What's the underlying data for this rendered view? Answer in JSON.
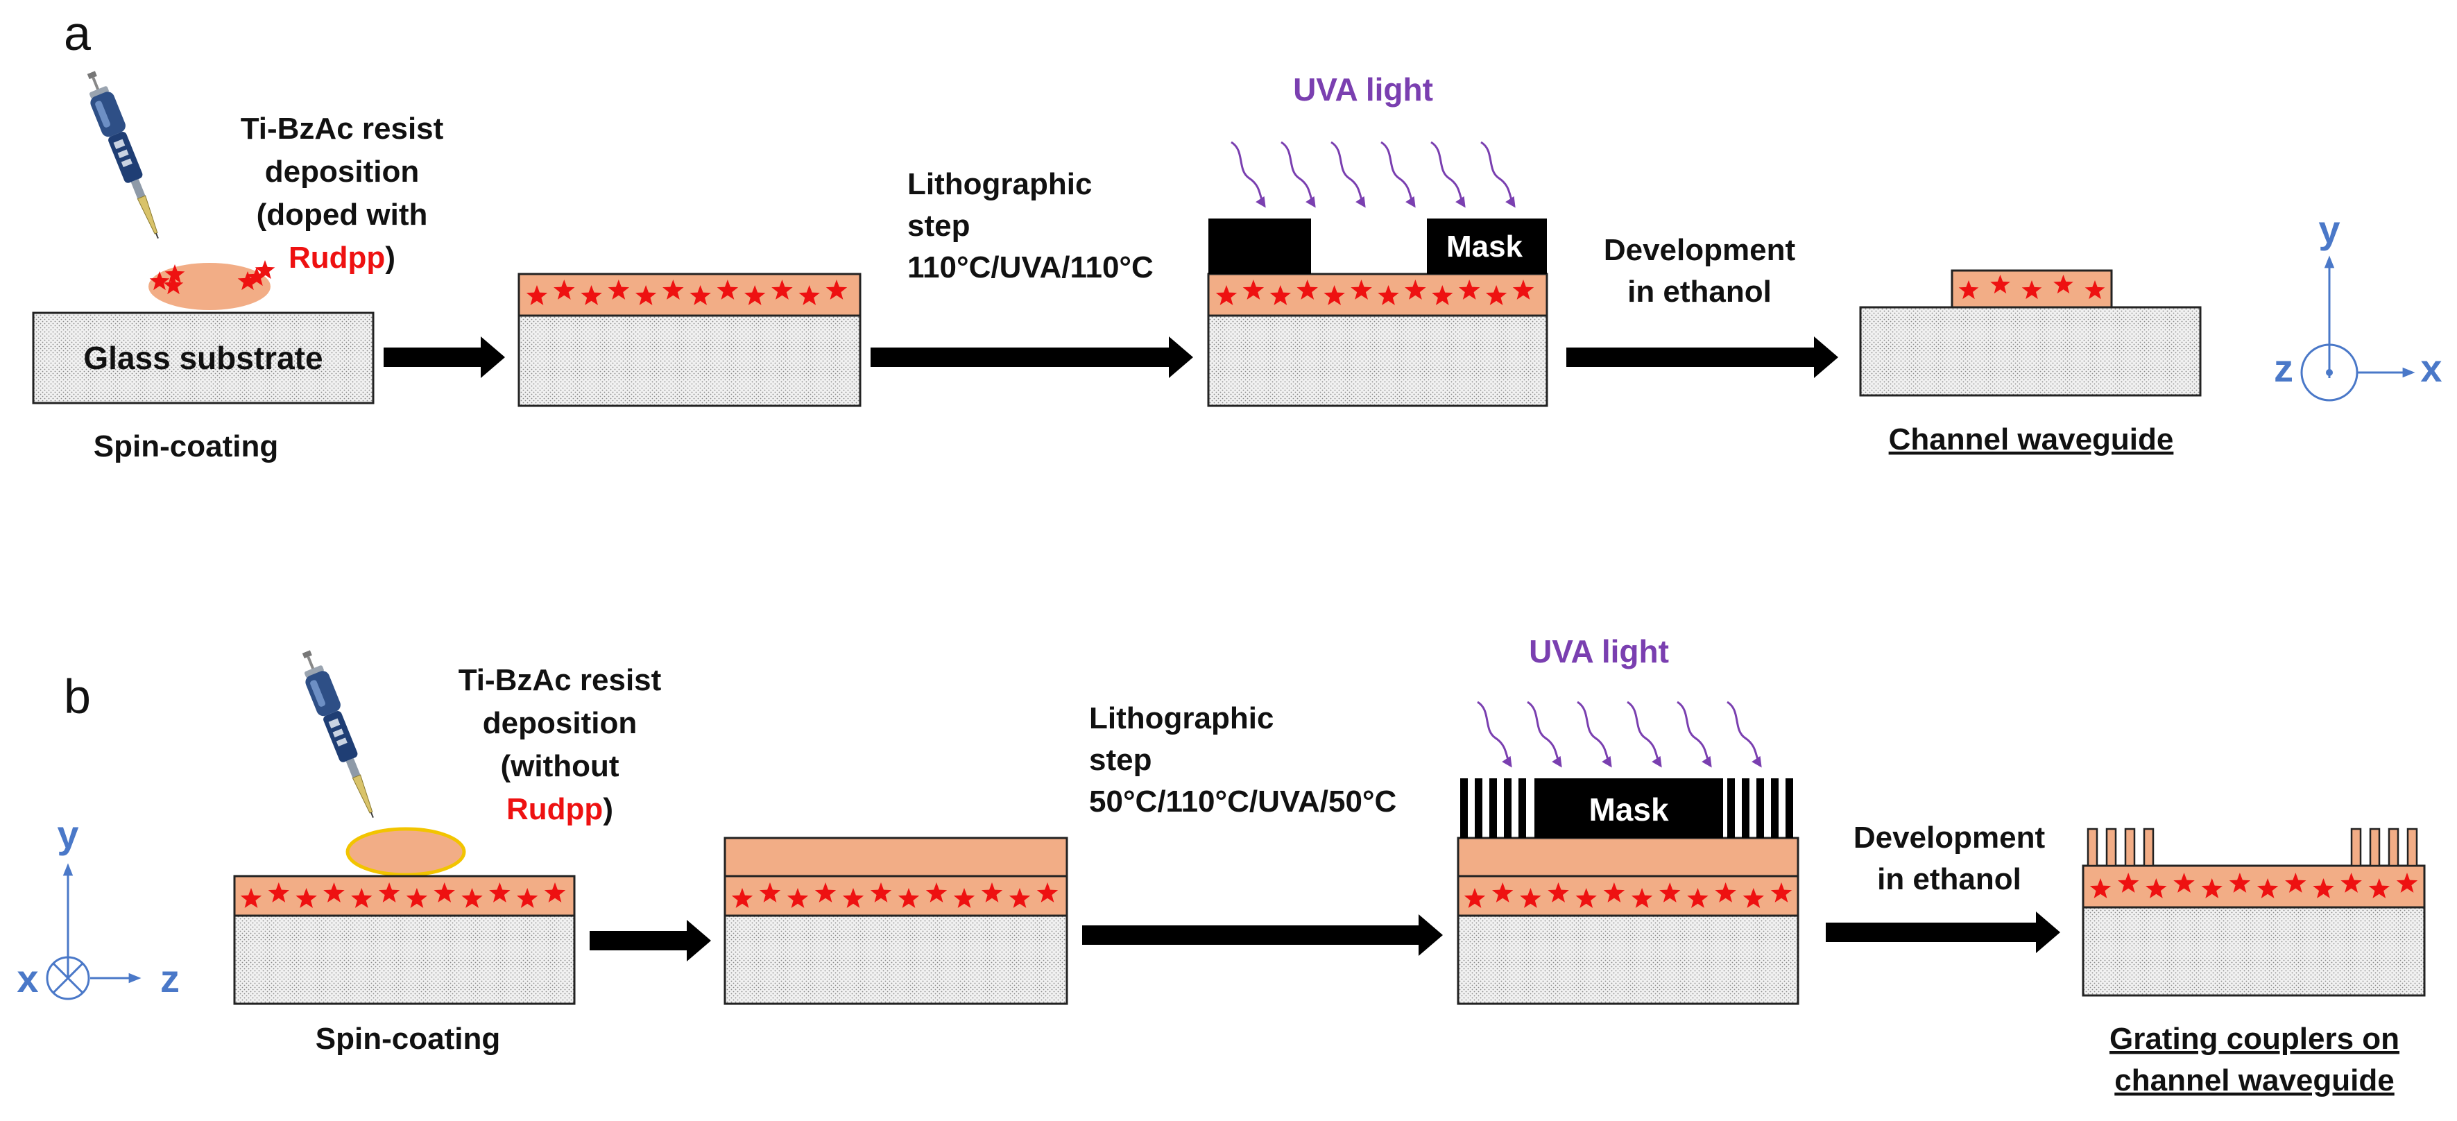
{
  "colors": {
    "resist": "#f2ad86",
    "star": "#ee1111",
    "uva": "#7a3fb0",
    "axis": "#4a78c8",
    "substrate_fill": "#f1f1f1",
    "drop_outline_b": "#f2c400"
  },
  "panel_a": {
    "letter": "a",
    "deposition": [
      "Ti-BzAc resist",
      "deposition",
      "(doped with"
    ],
    "dopant": "Rudpp",
    "dopant_suffix": ")",
    "substrate": "Glass substrate",
    "spin": "Spin-coating",
    "litho": [
      "Lithographic",
      "step",
      "110°C/UVA/110°C"
    ],
    "uva": "UVA light",
    "mask": "Mask",
    "development": [
      "Development",
      "in ethanol"
    ],
    "result": "Channel waveguide",
    "axes": {
      "vertical": "y",
      "out_of_plane": "z",
      "horizontal": "x"
    }
  },
  "panel_b": {
    "letter": "b",
    "deposition": [
      "Ti-BzAc resist",
      "deposition",
      "(without"
    ],
    "dopant": "Rudpp",
    "dopant_suffix": ")",
    "spin": "Spin-coating",
    "litho": [
      "Lithographic",
      "step",
      "50°C/110°C/UVA/50°C"
    ],
    "uva": "UVA light",
    "mask": "Mask",
    "development": [
      "Development",
      "in ethanol"
    ],
    "result": [
      "Grating couplers on",
      "channel waveguide"
    ],
    "axes": {
      "vertical": "y",
      "into_plane": "x",
      "horizontal": "z"
    }
  }
}
